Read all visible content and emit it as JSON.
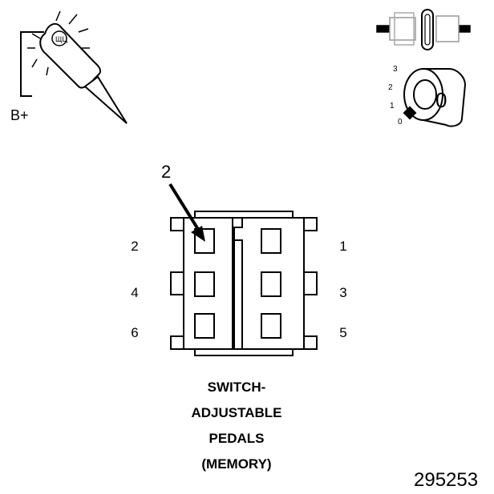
{
  "test_lamp": {
    "supply_label": "B+"
  },
  "ignition": {
    "positions": [
      "3",
      "2",
      "1",
      "0"
    ],
    "key_position": "0"
  },
  "callout": {
    "number": "2"
  },
  "connector": {
    "pins_left": [
      "2",
      "4",
      "6"
    ],
    "pins_right": [
      "1",
      "3",
      "5"
    ]
  },
  "caption": {
    "lines": [
      "SWITCH-",
      "ADJUSTABLE",
      "PEDALS",
      "(MEMORY)"
    ]
  },
  "figure_id": "295253"
}
